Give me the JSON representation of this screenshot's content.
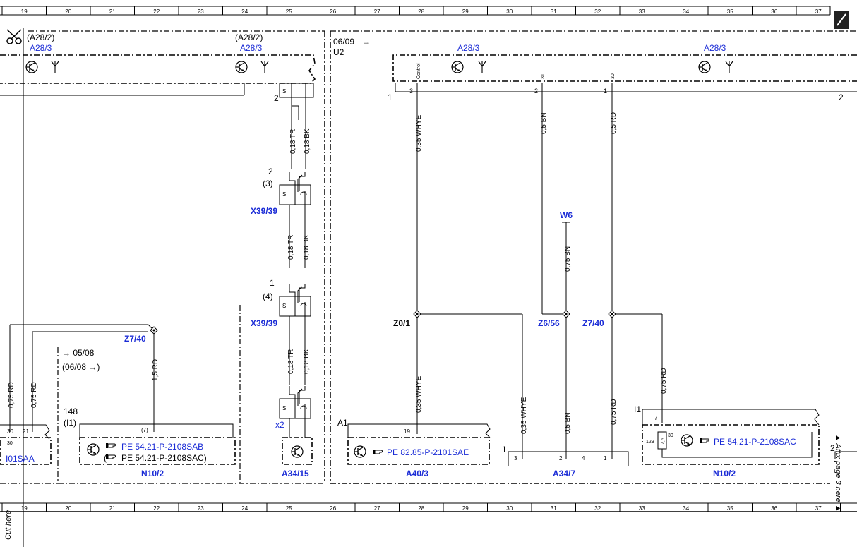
{
  "ruler": {
    "numbers": [
      "19",
      "20",
      "21",
      "22",
      "23",
      "24",
      "25",
      "26",
      "27",
      "28",
      "29",
      "30",
      "31",
      "32",
      "33",
      "34",
      "35",
      "36",
      "37"
    ]
  },
  "margin": {
    "cut_here": "Cut here",
    "affix_page": "▲ Affix page 3 here ▲"
  },
  "labels": {
    "a28_2_left": "(A28/2)",
    "a28_3_left": "A28/3",
    "a28_2_mid": "(A28/2)",
    "a28_3_mid": "A28/3",
    "date_0609": "06/09",
    "u2": "U2",
    "a28_3_right1": "A28/3",
    "a28_3_right2": "A28/3",
    "pin_control": "Control",
    "pin_31": "31",
    "pin_30": "30",
    "pin_3": "3",
    "pin_2": "2",
    "pin_1": "1",
    "left_1": "1",
    "right_2": "2",
    "conn_2_top": "2",
    "conn_2_mid": "2",
    "conn_3": "(3)",
    "x39_a": "X39/39",
    "conn_1": "1",
    "conn_4": "(4)",
    "x39_b": "X39/39",
    "x2": "x2",
    "a34_15": "A34/15",
    "w6": "W6",
    "z0_1": "Z0/1",
    "z6_56": "Z6/56",
    "z7_40_mid": "Z7/40",
    "z7_40_left": "Z7/40",
    "date_0508": "→ 05/08",
    "date_0608": "(06/08 →)",
    "n148": "148",
    "i1_paren": "(I1)",
    "pin_7_paren": "(7)",
    "pe_sab": "PE 54.21-P-2108SAB",
    "pe_sac_paren": "(",
    "pe_sac_left": "PE 54.21-P-2108SAC)",
    "n10_2_left": "N10/2",
    "i01saa": "I01SAA",
    "pin_30a": "30",
    "pin_21": "21",
    "pin_30b": "30",
    "a1": "A1",
    "pin_19": "19",
    "pe_a40": "PE 82.85-P-2101SAE",
    "a40_3": "A40/3",
    "conn_a34_1": "1",
    "a34_pin3": "3",
    "a34_pin2": "2",
    "a34_pin4": "4",
    "a34_pin1": "1",
    "a34_7": "A34/7",
    "i1": "I1",
    "pin_7": "7",
    "pin_129": "129",
    "fuse_75": "7,5",
    "pin_30c": "30",
    "pe_sac_right": "PE 54.21-P-2108SAC",
    "n10_2_right": "N10/2",
    "right_2b": "2"
  },
  "wires": {
    "w_018tr_1": "0,18 TR",
    "w_018bk_1": "0,18 BK",
    "w_018tr_2": "0,18 TR",
    "w_018bk_2": "0,18 BK",
    "w_018tr_3": "0,18 TR",
    "w_018bk_3": "0,18 BK",
    "w_035whye_top": "0,35 WHYE",
    "w_05bn_top": "0,5 BN",
    "w_05rd_top": "0,5 RD",
    "w_075bn": "0,75 BN",
    "w_035whye_bot": "0,35 WHYE",
    "w_035whye_right": "0,35 WHYE",
    "w_05bn_bot": "0,5 BN",
    "w_075rd_mid": "0,75 RD",
    "w_075rd_right": "0,75 RD",
    "w_15rd": "1,5 RD",
    "w_075rd_l1": "0,75 RD",
    "w_075rd_l2": "0,75 RD"
  },
  "colors": {
    "link_blue": "#1a2bd6",
    "line": "#000000"
  },
  "icons": [
    "scissors-icon",
    "transistor-icon",
    "antenna-icon",
    "hand-pointer-icon",
    "pencil-icon",
    "connector-icon",
    "fuse-icon"
  ]
}
